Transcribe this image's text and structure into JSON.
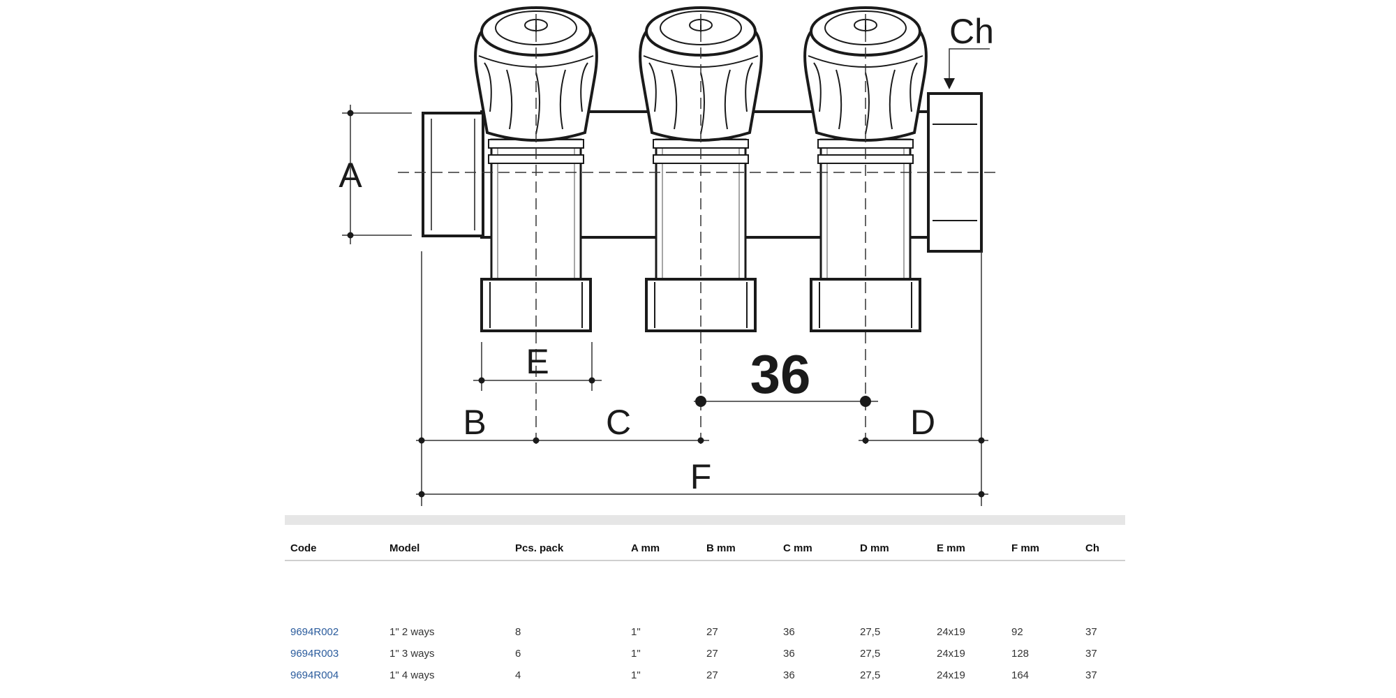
{
  "drawing": {
    "labels": {
      "a": "A",
      "b": "B",
      "c": "C",
      "d": "D",
      "e": "E",
      "f": "F",
      "ch": "Ch",
      "spacing": "36"
    }
  },
  "table": {
    "headers": [
      "Code",
      "Model",
      "Pcs. pack",
      "A mm",
      "B mm",
      "C mm",
      "D mm",
      "E mm",
      "F mm",
      "Ch"
    ],
    "rows": [
      [
        "9694R002",
        "1\" 2 ways",
        "8",
        "1\"",
        "27",
        "36",
        "27,5",
        "24x19",
        "92",
        "37"
      ],
      [
        "9694R003",
        "1\" 3 ways",
        "6",
        "1\"",
        "27",
        "36",
        "27,5",
        "24x19",
        "128",
        "37"
      ],
      [
        "9694R004",
        "1\" 4 ways",
        "4",
        "1\"",
        "27",
        "36",
        "27,5",
        "24x19",
        "164",
        "37"
      ]
    ]
  }
}
